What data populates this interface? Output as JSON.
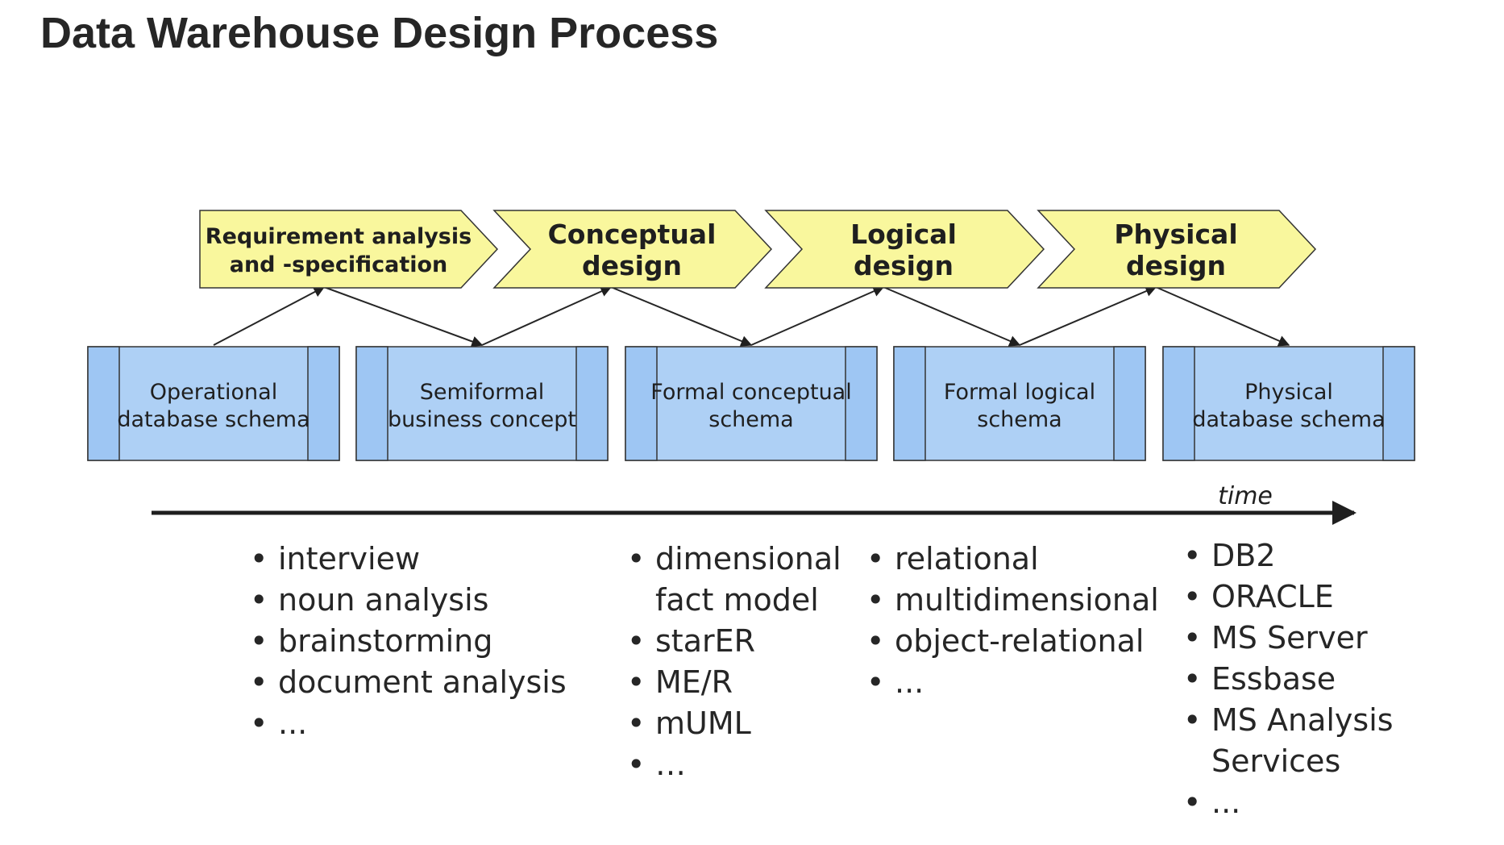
{
  "title": "Data Warehouse Design Process",
  "phases": [
    {
      "id": "requirement-analysis",
      "lines": [
        "Requirement analysis",
        "and -specification"
      ]
    },
    {
      "id": "conceptual-design",
      "lines": [
        "Conceptual",
        "design"
      ]
    },
    {
      "id": "logical-design",
      "lines": [
        "Logical",
        "design"
      ]
    },
    {
      "id": "physical-design",
      "lines": [
        "Physical",
        "design"
      ]
    }
  ],
  "schemas": [
    {
      "id": "operational-database-schema",
      "lines": [
        "Operational",
        "database schema"
      ]
    },
    {
      "id": "semiformal-business-concept",
      "lines": [
        "Semiformal",
        "business concept"
      ]
    },
    {
      "id": "formal-conceptual-schema",
      "lines": [
        "Formal conceptual",
        "schema"
      ]
    },
    {
      "id": "formal-logical-schema",
      "lines": [
        "Formal logical",
        "schema"
      ]
    },
    {
      "id": "physical-database-schema",
      "lines": [
        "Physical",
        "database schema"
      ]
    }
  ],
  "timeline_label": "time",
  "lists": [
    {
      "id": "requirement-methods",
      "items": [
        "interview",
        "noun analysis",
        "brainstorming",
        "document analysis",
        "..."
      ]
    },
    {
      "id": "conceptual-models",
      "items": [
        "dimensional\nfact model",
        "starER",
        "ME/R",
        "mUML",
        "…"
      ]
    },
    {
      "id": "logical-models",
      "items": [
        "relational",
        "multidimensional",
        "object-relational",
        "..."
      ]
    },
    {
      "id": "physical-systems",
      "items": [
        "DB2",
        "ORACLE",
        "MS Server",
        "Essbase",
        "MS Analysis\nServices",
        "..."
      ]
    }
  ],
  "colors": {
    "phase_fill": "#f9f79d",
    "schema_fill": "#aed0f5",
    "schema_band": "#9ec6f3",
    "stroke": "#333333",
    "text": "#262626"
  }
}
